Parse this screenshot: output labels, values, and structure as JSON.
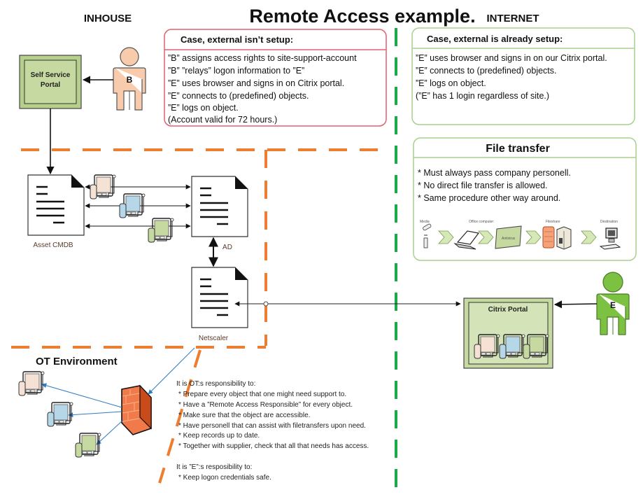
{
  "title": "Remote Access example.",
  "zones": {
    "inhouse": "INHOUSE",
    "internet": "INTERNET",
    "ot": "OT Environment"
  },
  "case_not_setup": {
    "heading": "Case, external isn’t setup:",
    "lines": [
      "”B” assigns access rights to site-support-account",
      "”B” ”relays” logon information to ”E”",
      "”E” uses browser and signs in on Citrix portal.",
      "”E” connects to (predefined) objects.",
      "”E” logs on object.",
      "(Account valid for 72 hours.)"
    ]
  },
  "case_setup": {
    "heading": "Case, external is already setup:",
    "lines": [
      "”E” uses browser and signs in on our Citrix portal.",
      "”E” connects to (predefined) objects.",
      "”E” logs on object.",
      "(”E” has 1 login regardless of site.)"
    ]
  },
  "file_transfer": {
    "heading": "File transfer",
    "lines": [
      "* Must always pass company personell.",
      "* No direct file transfer is allowed.",
      "* Same procedure other way around."
    ],
    "steps": [
      "Media",
      "Office computer",
      "Fileshare",
      "Destination"
    ],
    "antivirus": "Antivirus"
  },
  "nodes": {
    "self_service": [
      "Self Service",
      "Portal"
    ],
    "person_b": "B",
    "person_e": "E",
    "asset_cmdb": "Asset CMDB",
    "ad": "AD",
    "netscaler": "Netscaler",
    "citrix": "Citrix Portal"
  },
  "responsibilities": {
    "ot_heading": "It is OT:s responsibility to:",
    "ot_items": [
      "* Prepare every object that one might need support to.",
      "* Have a ”Remote Access Responsible” for every object.",
      "* Make sure that the object are accessible.",
      "* Have personell that can assist with filetransfers upon need.",
      "* Keep records up to date.",
      "* Together with supplier, check that all that needs has access."
    ],
    "e_heading": "It is ”E”:s resposibility to:",
    "e_items": [
      "* Keep logon credentials safe."
    ]
  },
  "colors": {
    "orange_boundary": "#ed7d31",
    "green_boundary": "#1aaa4a",
    "red_box": "#e06070",
    "green_box": "#a9d18e",
    "portal_fill": "#c5d9a0",
    "person_b": "#f8cbad",
    "person_e": "#7cc142"
  }
}
